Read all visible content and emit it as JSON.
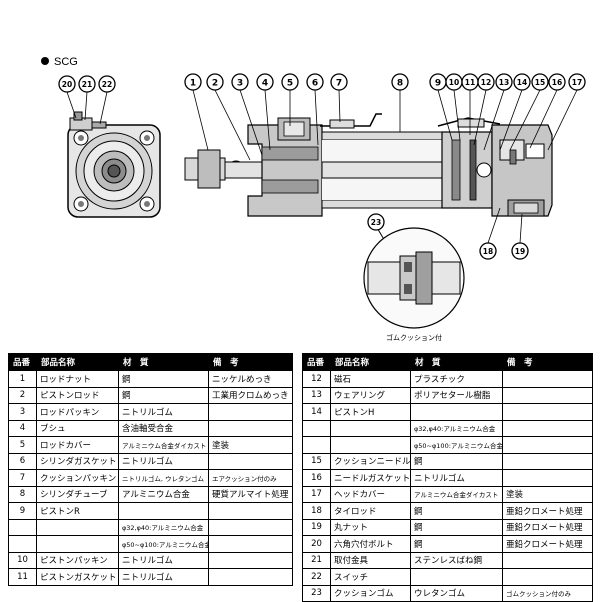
{
  "series_label": "SCG",
  "cushion_label": "ゴムクッション付",
  "callouts_top": [
    "1",
    "2",
    "3",
    "4",
    "5",
    "6",
    "7",
    "8",
    "9",
    "10",
    "11",
    "12",
    "13",
    "14",
    "15",
    "16",
    "17"
  ],
  "callouts_left": [
    "20",
    "21",
    "22"
  ],
  "callouts_bottom": [
    "18",
    "19"
  ],
  "callout_detail": "23",
  "table_headers": {
    "no": "品番",
    "name": "部品名称",
    "material": "材　質",
    "remarks": "備　考"
  },
  "parts_left": [
    {
      "no": "1",
      "name": "ロッドナット",
      "material": "鋼",
      "remarks": "ニッケルめっき"
    },
    {
      "no": "2",
      "name": "ピストンロッド",
      "material": "鋼",
      "remarks": "工業用クロムめっき"
    },
    {
      "no": "3",
      "name": "ロッドパッキン",
      "material": "ニトリルゴム",
      "remarks": ""
    },
    {
      "no": "4",
      "name": "ブシュ",
      "material": "含油軸受合金",
      "remarks": ""
    },
    {
      "no": "5",
      "name": "ロッドカバー",
      "material": "アルミニウム合金ダイカスト",
      "remarks": "塗装"
    },
    {
      "no": "6",
      "name": "シリンダガスケット",
      "material": "ニトリルゴム",
      "remarks": ""
    },
    {
      "no": "7",
      "name": "クッションパッキン",
      "material": "ニトリルゴム, ウレタンゴム",
      "remarks": "エアクッション付のみ"
    },
    {
      "no": "8",
      "name": "シリンダチューブ",
      "material": "アルミニウム合金",
      "remarks": "硬質アルマイト処理"
    },
    {
      "no": "9",
      "name": "ピストンR",
      "material": "",
      "remarks": ""
    },
    {
      "no": "",
      "name": "",
      "material": "φ32,φ40:アルミニウム合金",
      "remarks": ""
    },
    {
      "no": "",
      "name": "",
      "material": "φ50~φ100:アルミニウム合金ダイカスト",
      "remarks": ""
    },
    {
      "no": "10",
      "name": "ピストンパッキン",
      "material": "ニトリルゴム",
      "remarks": ""
    },
    {
      "no": "11",
      "name": "ピストンガスケット",
      "material": "ニトリルゴム",
      "remarks": ""
    }
  ],
  "parts_right": [
    {
      "no": "12",
      "name": "磁石",
      "material": "プラスチック",
      "remarks": ""
    },
    {
      "no": "13",
      "name": "ウェアリング",
      "material": "ポリアセタール樹脂",
      "remarks": ""
    },
    {
      "no": "14",
      "name": "ピストンH",
      "material": "",
      "remarks": ""
    },
    {
      "no": "",
      "name": "",
      "material": "φ32,φ40:アルミニウム合金",
      "remarks": ""
    },
    {
      "no": "",
      "name": "",
      "material": "φ50~φ100:アルミニウム合金ダイカスト",
      "remarks": ""
    },
    {
      "no": "15",
      "name": "クッションニードル",
      "material": "鋼",
      "remarks": ""
    },
    {
      "no": "16",
      "name": "ニードルガスケット",
      "material": "ニトリルゴム",
      "remarks": ""
    },
    {
      "no": "17",
      "name": "ヘッドカバー",
      "material": "アルミニウム合金ダイカスト",
      "remarks": "塗装"
    },
    {
      "no": "18",
      "name": "タイロッド",
      "material": "鋼",
      "remarks": "亜鉛クロメート処理"
    },
    {
      "no": "19",
      "name": "丸ナット",
      "material": "鋼",
      "remarks": "亜鉛クロメート処理"
    },
    {
      "no": "20",
      "name": "六角穴付ボルト",
      "material": "鋼",
      "remarks": "亜鉛クロメート処理"
    },
    {
      "no": "21",
      "name": "取付金具",
      "material": "ステンレスばね鋼",
      "remarks": ""
    },
    {
      "no": "22",
      "name": "スイッチ",
      "material": "",
      "remarks": ""
    },
    {
      "no": "23",
      "name": "クッションゴム",
      "material": "ウレタンゴム",
      "remarks": "ゴムクッション付のみ"
    }
  ]
}
